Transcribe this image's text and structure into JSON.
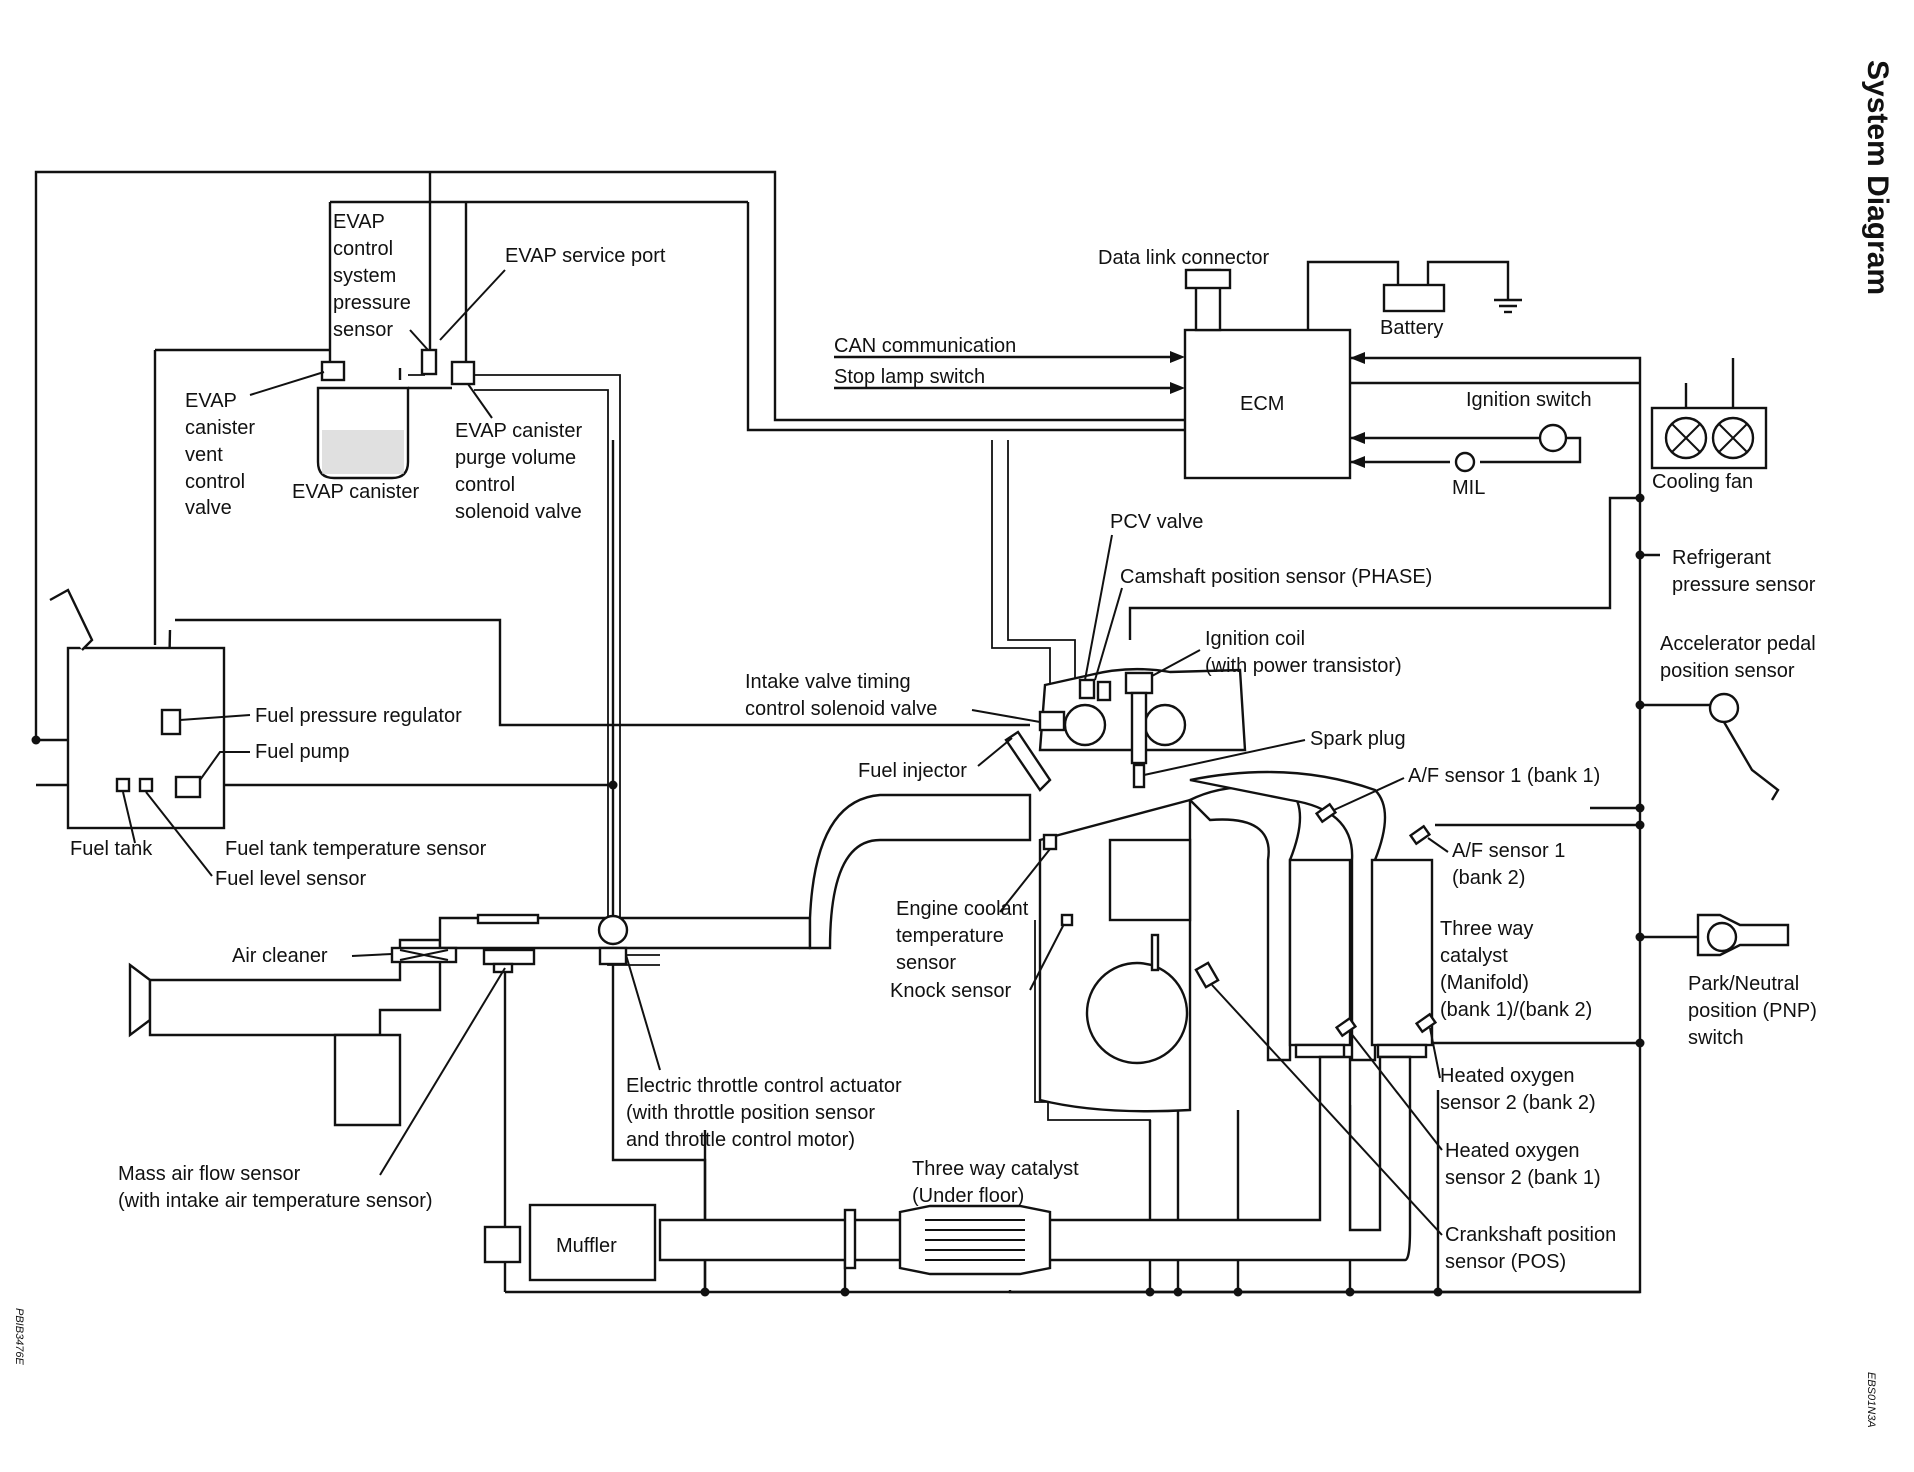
{
  "title": "System Diagram",
  "code_left": "PBIB3476E",
  "code_right": "EBS01N3A",
  "labels": {
    "evap_pressure_sensor": [
      "EVAP",
      "control",
      "system",
      "pressure",
      "sensor"
    ],
    "evap_service_port": "EVAP service port",
    "evap_vent_valve": [
      "EVAP",
      "canister",
      "vent",
      "control",
      "valve"
    ],
    "evap_canister": "EVAP canister",
    "evap_purge_valve": [
      "EVAP canister",
      "purge volume",
      "control",
      "solenoid valve"
    ],
    "data_link_connector": "Data link connector",
    "battery": "Battery",
    "can_communication": "CAN communication",
    "stop_lamp_switch": "Stop lamp switch",
    "ecm": "ECM",
    "ignition_switch": "Ignition switch",
    "mil": "MIL",
    "cooling_fan": "Cooling fan",
    "pcv_valve": "PCV valve",
    "camshaft_sensor": "Camshaft position sensor (PHASE)",
    "refrigerant_sensor": [
      "Refrigerant",
      "pressure sensor"
    ],
    "ignition_coil": [
      "Ignition coil",
      "(with power transistor)"
    ],
    "accelerator_sensor": [
      "Accelerator pedal",
      "position sensor"
    ],
    "intake_valve_timing": [
      "Intake valve timing",
      "control solenoid valve"
    ],
    "fuel_pressure_regulator": "Fuel pressure regulator",
    "fuel_pump": "Fuel pump",
    "fuel_injector": "Fuel injector",
    "spark_plug": "Spark plug",
    "af_sensor_1_bank1": "A/F sensor 1 (bank 1)",
    "af_sensor_1_bank2": [
      "A/F sensor 1",
      "(bank 2)"
    ],
    "fuel_tank": "Fuel tank",
    "fuel_tank_temp_sensor": "Fuel tank temperature sensor",
    "fuel_level_sensor": "Fuel level sensor",
    "engine_coolant_sensor": [
      "Engine coolant",
      "temperature",
      "sensor"
    ],
    "knock_sensor": "Knock sensor",
    "three_way_catalyst_manifold": [
      "Three way",
      "catalyst",
      "(Manifold)",
      "(bank 1)/(bank 2)"
    ],
    "air_cleaner": "Air cleaner",
    "park_neutral_switch": [
      "Park/Neutral",
      "position (PNP)",
      "switch"
    ],
    "heated_o2_bank2": [
      "Heated oxygen",
      "sensor 2 (bank 2)"
    ],
    "electric_throttle": [
      "Electric throttle control actuator",
      "(with throttle position sensor",
      "and throttle control motor)"
    ],
    "heated_o2_bank1": [
      "Heated oxygen",
      "sensor 2 (bank 1)"
    ],
    "maf_sensor": [
      "Mass air flow sensor",
      "(with intake air temperature sensor)"
    ],
    "three_way_catalyst_underfloor": [
      "Three way catalyst",
      "(Under floor)"
    ],
    "crankshaft_sensor": [
      "Crankshaft position",
      "sensor (POS)"
    ],
    "muffler": "Muffler"
  }
}
